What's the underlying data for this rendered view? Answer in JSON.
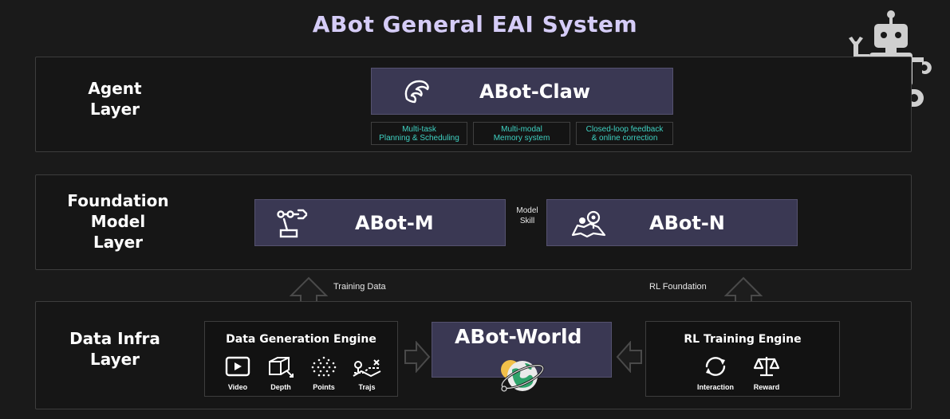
{
  "title": "ABot General EAI System",
  "agent_layer": {
    "label": "Agent\nLayer",
    "main": "ABot-Claw",
    "features": [
      "Multi-task\nPlanning & Scheduling",
      "Multi-modal\nMemory system",
      "Closed-loop feedback\n& online correction"
    ]
  },
  "foundation_layer": {
    "label": "Foundation\nModel\nLayer",
    "model_m": "ABot-M",
    "model_n": "ABot-N",
    "link_label": "Model\nSkill"
  },
  "connectors": {
    "left": "Training Data",
    "right": "RL Foundation"
  },
  "data_layer": {
    "label": "Data Infra\nLayer",
    "world": "ABot-World",
    "data_engine": {
      "title": "Data Generation Engine",
      "tools": [
        "Video",
        "Depth",
        "Points",
        "Trajs"
      ]
    },
    "rl_engine": {
      "title": "RL Training Engine",
      "tools": [
        "Interaction",
        "Reward"
      ]
    }
  },
  "colors": {
    "title": "#d5ccf7",
    "box_fill": "#3a3853",
    "feature_text": "#3fd1c2"
  }
}
